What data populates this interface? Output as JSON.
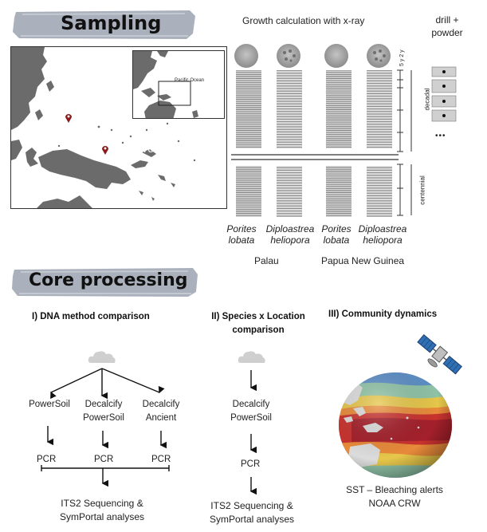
{
  "sampling": {
    "title": "Sampling",
    "map": {
      "labels": {
        "palau": "Palau",
        "png": "Papua New Guinea",
        "pacific": "Pacific Ocean"
      }
    },
    "xray_title": "Growth calculation with x-ray",
    "drill_title": "drill +\npowder",
    "scale": {
      "five_y": "5 y",
      "two_y": "2 y",
      "decadal": "decadal",
      "centennial": "centennial"
    },
    "ellipsis": "•••",
    "species": [
      {
        "genus": "Porites",
        "epithet": "lobata"
      },
      {
        "genus": "Diploastrea",
        "epithet": "heliopora"
      },
      {
        "genus": "Porites",
        "epithet": "lobata"
      },
      {
        "genus": "Diploastrea",
        "epithet": "heliopora"
      }
    ],
    "locations": {
      "palau": "Palau",
      "png": "Papua New Guinea"
    }
  },
  "core": {
    "title": "Core processing",
    "sections": {
      "dna": {
        "numeral": "I",
        "title": ") DNA method comparison",
        "methods": [
          "PowerSoil",
          "Decalcify\nPowerSoil",
          "Decalcify\nAncient"
        ],
        "pcr": "PCR",
        "result": "ITS2 Sequencing &\nSymPortal analyses"
      },
      "species": {
        "numeral": "II",
        "title": ") Species x Location\ncomparison",
        "method": "Decalcify\nPowerSoil",
        "pcr": "PCR",
        "result": "ITS2 Sequencing &\nSymPortal analyses"
      },
      "community": {
        "numeral": "III",
        "title": ") Community dynamics",
        "caption": "SST – Bleaching alerts\nNOAA CRW"
      }
    }
  },
  "colors": {
    "banner": "#a8afbb",
    "ocean": "#ffffff",
    "land": "#6b6b6b",
    "pin": "#8b1a1a"
  }
}
